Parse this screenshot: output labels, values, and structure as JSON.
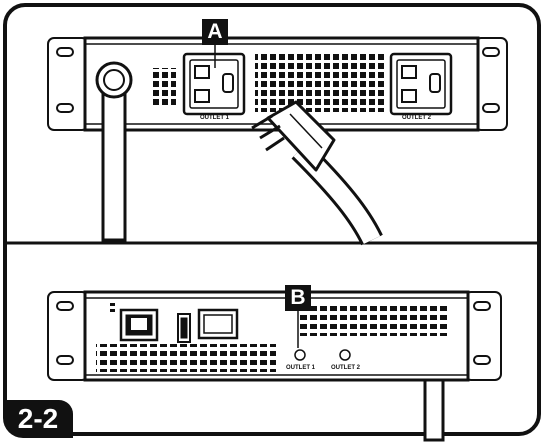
{
  "figure_label": "2-2",
  "callouts": {
    "a": "A",
    "b": "B"
  },
  "top_panel": {
    "outlet_1_label": "OUTLET 1",
    "outlet_2_label": "OUTLET 2"
  },
  "bottom_panel": {
    "outlet_1_label": "OUTLET 1",
    "outlet_2_label": "OUTLET 2"
  }
}
